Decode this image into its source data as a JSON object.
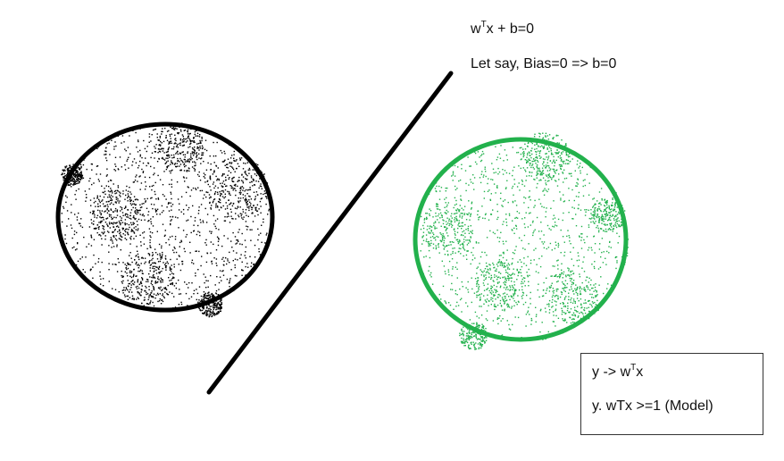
{
  "equation": {
    "base": "w",
    "sup": "T",
    "rest": "x + b=0"
  },
  "assumption": "Let say, Bias=0 => b=0",
  "model_box": {
    "line1": {
      "base": "y -> w",
      "sup": "T",
      "rest": "x"
    },
    "line2": "y. wTx >=1 (Model)"
  },
  "colors": {
    "class_a": "#000000",
    "class_b": "#22b14c",
    "separator": "#000000"
  }
}
